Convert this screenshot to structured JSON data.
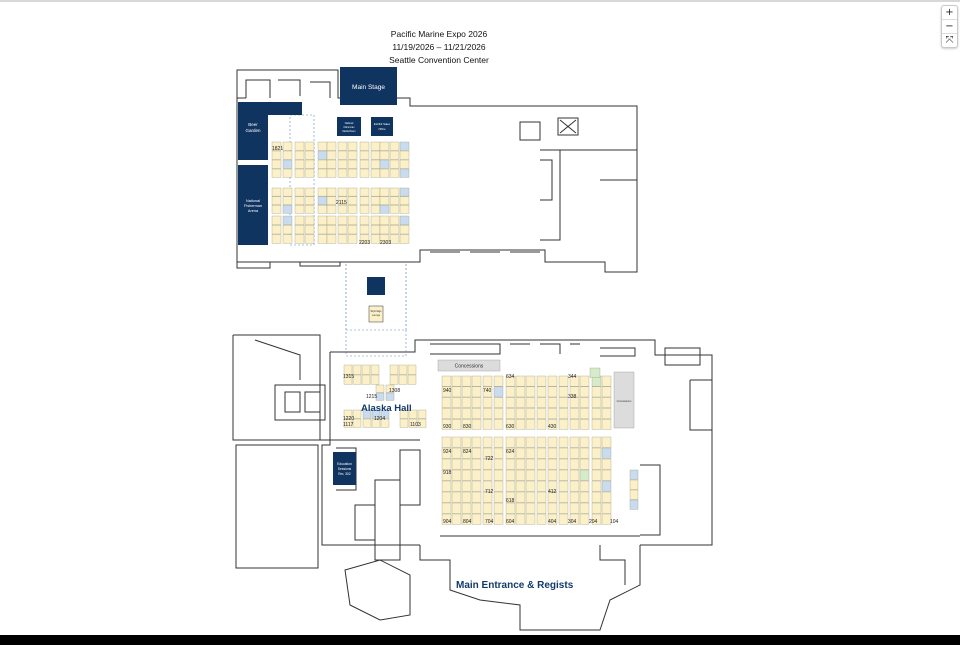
{
  "header": {
    "event_name": "Pacific Marine Expo 2026",
    "dates": "11/19/2026 – 11/21/2026",
    "venue": "Seattle Convention Center"
  },
  "zoom_controls": {
    "zoom_in": "+",
    "zoom_out": "−",
    "reset": "⤧"
  },
  "halls": {
    "alaska_hall": "Alaska Hall",
    "main_entrance": "Main Entrance & Regists"
  },
  "areas": {
    "main_stage": "Main Stage",
    "beer_garden_1": "Beer",
    "beer_garden_2": "Garden",
    "arena_1": "National",
    "arena_2": "Fisherman",
    "arena_3": "Arena",
    "sales_1": "Exhibit Sales",
    "sales_2": "Office",
    "concessions_1": "Concessions",
    "concessions_2": "Concessions",
    "education_1": "Education",
    "education_2": "Sessions",
    "education_3": "Rm. 302",
    "dark_small_1": "National",
    "dark_small_2": "Fisherman",
    "dark_small_3": "Media Room",
    "skybridge_1": "Skybridge",
    "skybridge_2": "Lounge"
  },
  "upper_booths": [
    {
      "label": "1821"
    },
    {
      "label": "2115"
    },
    {
      "label": "2203"
    },
    {
      "label": "2303"
    }
  ],
  "lower_booths": [
    {
      "label": "1315"
    },
    {
      "label": "1215"
    },
    {
      "label": "1308"
    },
    {
      "label": "1220"
    },
    {
      "label": "1204"
    },
    {
      "label": "1117"
    },
    {
      "label": "1103"
    },
    {
      "label": "940"
    },
    {
      "label": "930"
    },
    {
      "label": "830"
    },
    {
      "label": "740"
    },
    {
      "label": "634"
    },
    {
      "label": "630"
    },
    {
      "label": "430"
    },
    {
      "label": "344"
    },
    {
      "label": "338"
    },
    {
      "label": "924"
    },
    {
      "label": "918"
    },
    {
      "label": "904"
    },
    {
      "label": "824"
    },
    {
      "label": "804"
    },
    {
      "label": "722"
    },
    {
      "label": "712"
    },
    {
      "label": "704"
    },
    {
      "label": "624"
    },
    {
      "label": "618"
    },
    {
      "label": "604"
    },
    {
      "label": "412"
    },
    {
      "label": "404"
    },
    {
      "label": "304"
    },
    {
      "label": "204"
    },
    {
      "label": "104"
    }
  ],
  "colors": {
    "navy": "#0f3460",
    "booth": "#fbf0c8",
    "booth_blue": "#c9dcef",
    "booth_green": "#d6ebc9",
    "wall": "#333333",
    "concession": "#dcdcdc"
  }
}
